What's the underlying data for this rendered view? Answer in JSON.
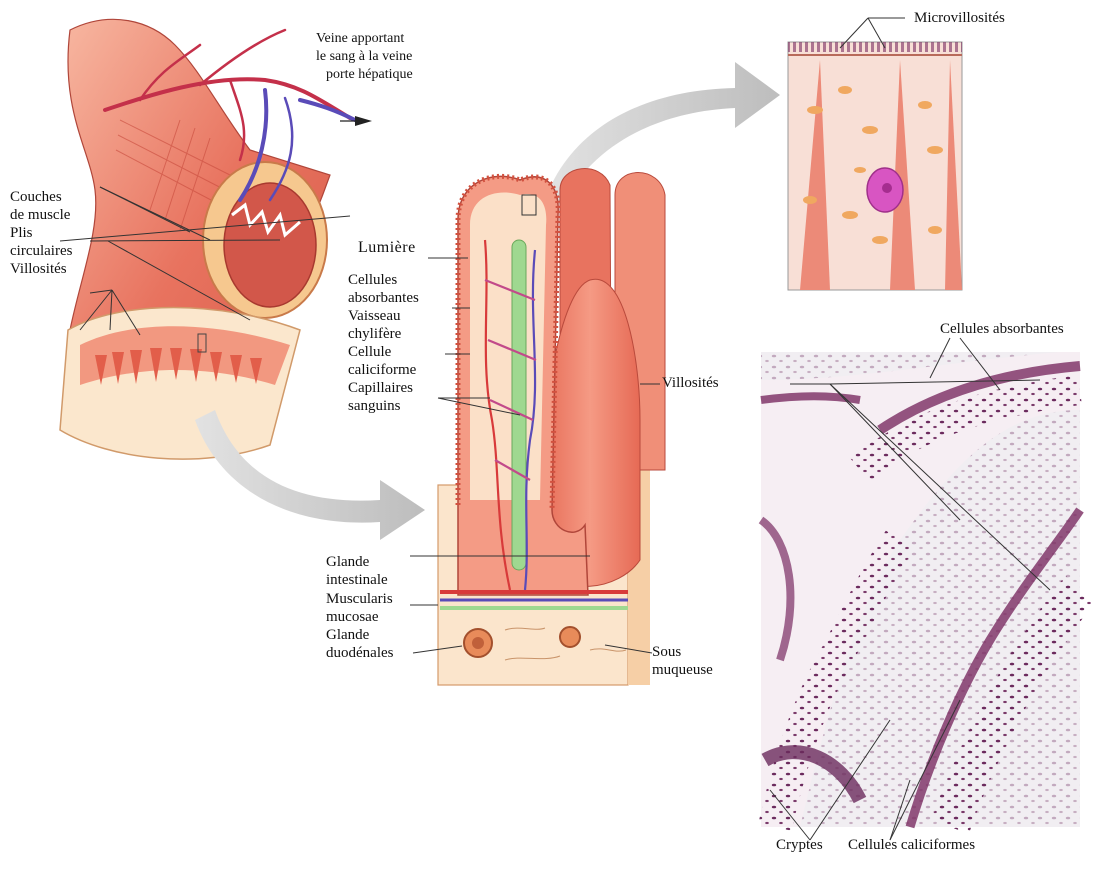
{
  "labels": {
    "veine_1": "Veine apportant",
    "veine_2": "le sang à la veine",
    "veine_3": "porte hépatique",
    "couches_1": "Couches",
    "couches_2": "de muscle",
    "plis_1": "Plis",
    "plis_2": "circulaires",
    "villosites_left": "Villosités",
    "lumiere": "Lumière",
    "cell_abs_1": "Cellules",
    "cell_abs_2": "absorbantes",
    "vaisseau_1": "Vaisseau",
    "vaisseau_2": "chylifère",
    "caliciforme_1": "Cellule",
    "caliciforme_2": "caliciforme",
    "capillaires_1": "Capillaires",
    "capillaires_2": "sanguins",
    "glande_int_1": "Glande",
    "glande_int_2": "intestinale",
    "muscularis_1": "Muscularis",
    "muscularis_2": "mucosae",
    "glande_duo_1": "Glande",
    "glande_duo_2": "duodénales",
    "sous_1": "Sous",
    "sous_2": "muqueuse",
    "microvillosites": "Microvillosités",
    "cellules_absorbantes": "Cellules absorbantes",
    "villosites_right": "Villosités",
    "cryptes": "Cryptes",
    "cellules_caliciformes": "Cellules caliciformes"
  },
  "colors": {
    "tissue": "#e8735f",
    "tissue_light": "#f4b7a4",
    "tissue_dark": "#c9463a",
    "vein": "#5a4bb8",
    "artery": "#d83a3a",
    "lacteal": "#9fd890",
    "submucosa": "#f7e1c4",
    "arrow": "#c8c8c8",
    "histo_bg": "#f1eef2",
    "histo_stain": "#7a2c62"
  }
}
